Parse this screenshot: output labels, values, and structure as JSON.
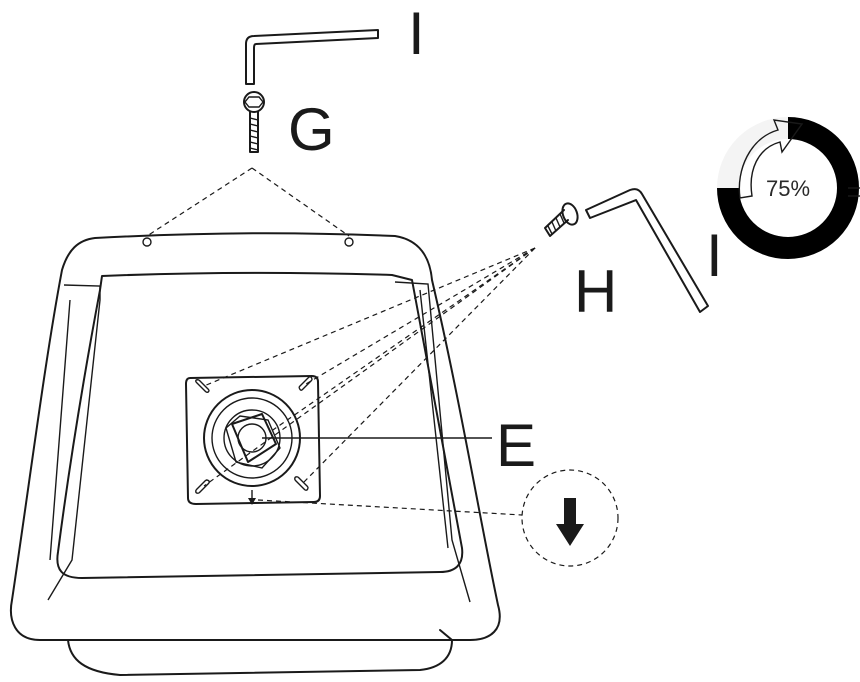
{
  "labels": {
    "allen_key_top": "I",
    "screw_g": "G",
    "screw_h": "H",
    "allen_key_right": "I",
    "mechanism": "E"
  },
  "progress": {
    "text": "75%",
    "fraction": 0.75
  },
  "icons": {
    "step_direction": "arrow-down-icon",
    "progress_cycle": "circular-arrow-icon"
  },
  "colors": {
    "ink": "#1a1a1a",
    "progress_fill": "#000000"
  }
}
